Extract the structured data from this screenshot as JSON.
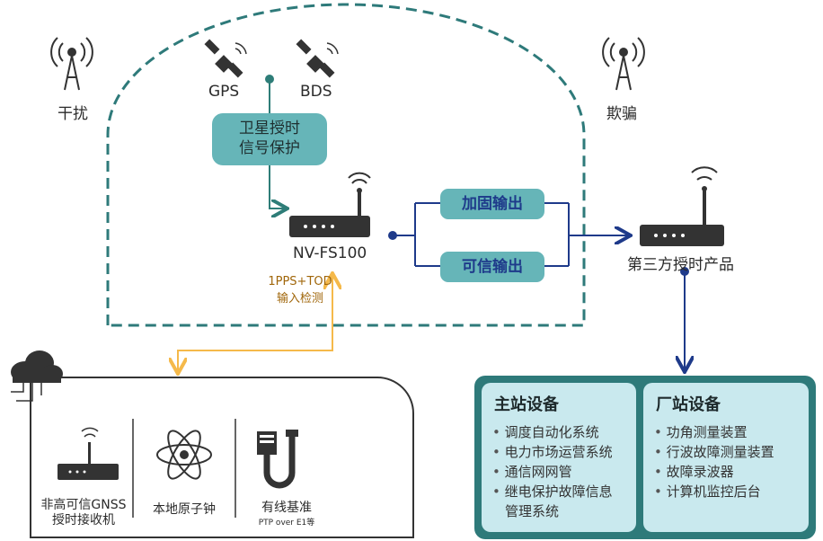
{
  "satellites": {
    "gps": "GPS",
    "bds": "BDS"
  },
  "threats": {
    "jamming": "干扰",
    "spoofing": "欺骗"
  },
  "protection_label": [
    "卫星授时",
    "信号保护"
  ],
  "device": {
    "name": "NV-FS100"
  },
  "input_check": [
    "1PPS+TOD",
    "输入检测"
  ],
  "outputs": {
    "reinforced": "加固输出",
    "trusted": "可信输出"
  },
  "third_party": "第三方授时产品",
  "sources": {
    "gnss": [
      "非高可信GNSS",
      "授时接收机"
    ],
    "atomic": "本地原子钟",
    "wired": "有线基准",
    "wired_sub": "PTP over E1等"
  },
  "main_station": {
    "title": "主站设备",
    "items": [
      "调度自动化系统",
      "电力市场运营系统",
      "通信网网管",
      "继电保护故障信息",
      "管理系统"
    ]
  },
  "plant_station": {
    "title": "厂站设备",
    "items": [
      "功角测量装置",
      "行波故障测量装置",
      "故障录波器",
      "计算机监控后台"
    ]
  },
  "colors": {
    "teal": "#2e7d78",
    "navy": "#1e3a8a",
    "orange": "#f5b94a",
    "pill": "#66b5b8",
    "panel": "#c9e9ee",
    "frame": "#2e7a7a"
  }
}
